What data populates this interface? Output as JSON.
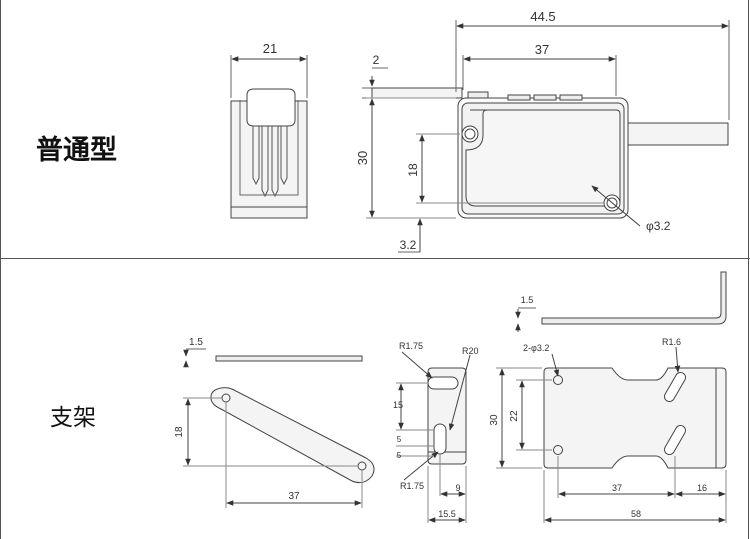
{
  "labels": {
    "standard_type": "普通型",
    "bracket": "支架"
  },
  "dims": {
    "front_width": "21",
    "overall_length": "44.5",
    "body_length": "37",
    "cable_offset": "2",
    "height": "30",
    "hole_spacing_v": "18",
    "bottom_offset": "3.2",
    "hole_dia": "φ3.2",
    "b1_thick": "1.5",
    "b1_height": "18",
    "b1_length": "37",
    "b2_r_top": "R1.75",
    "b2_r20": "R20",
    "b2_15": "15",
    "b2_5a": "5",
    "b2_5b": "5",
    "b2_r_bot": "R1.75",
    "b2_9": "9",
    "b2_15_5": "15.5",
    "b3_thick": "1.5",
    "b3_holes": "2-φ3.2",
    "b3_r16": "R1.6",
    "b3_30": "30",
    "b3_22": "22",
    "b3_37": "37",
    "b3_16": "16",
    "b3_58": "58"
  }
}
